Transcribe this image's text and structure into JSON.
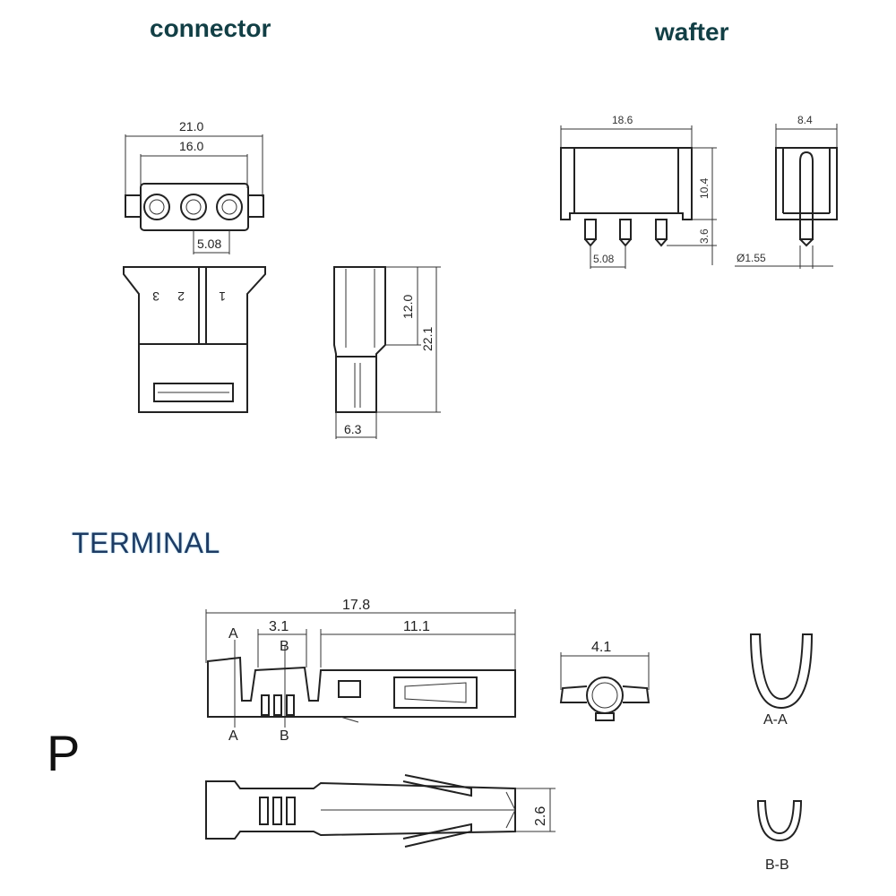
{
  "headings": {
    "connector": "connector",
    "wafter": "wafter",
    "terminal": "TERMINAL",
    "p": "P"
  },
  "colors": {
    "heading": "#123f45",
    "terminal_heading": "#1d3b63",
    "line": "#222222"
  },
  "connector": {
    "dim_overall_width": "21.0",
    "dim_inner_width": "16.0",
    "dim_pitch": "5.08",
    "dim_upper_height": "12.0",
    "dim_total_height": "22.1",
    "dim_side_width": "6.3",
    "pin_numbers": [
      "3",
      "2",
      "1"
    ]
  },
  "wafter": {
    "dim_width": "18.6",
    "dim_height": "10.4",
    "dim_pin_length": "3.6",
    "dim_pitch": "5.08",
    "dim_side_width": "8.4",
    "dim_pin_dia": "Ø1.55"
  },
  "terminal": {
    "dim_total_length": "17.8",
    "dim_crimp": "3.1",
    "dim_contact": "11.1",
    "dim_end_width": "4.1",
    "dim_height": "2.6",
    "section_marks": [
      "A",
      "B",
      "A",
      "B"
    ],
    "section_a": "A-A",
    "section_b": "B-B"
  }
}
